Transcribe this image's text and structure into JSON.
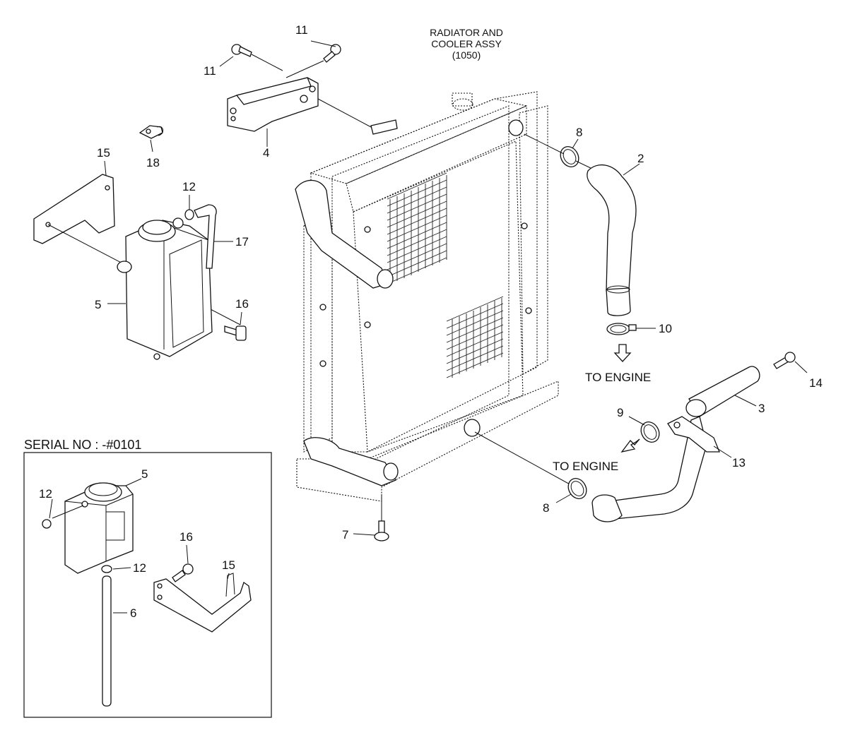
{
  "diagram": {
    "assembly_title_lines": [
      "RADIATOR AND",
      "COOLER ASSY",
      "(1050)"
    ],
    "to_engine_upper": "TO ENGINE",
    "to_engine_lower": "TO ENGINE",
    "serial_label": "SERIAL NO : -#0101",
    "callouts": {
      "c11a": "11",
      "c11b": "11",
      "c4": "4",
      "c18": "18",
      "c15": "15",
      "c12": "12",
      "c17": "17",
      "c5": "5",
      "c16": "16",
      "c8a": "8",
      "c2": "2",
      "c10": "10",
      "c14": "14",
      "c3": "3",
      "c9": "9",
      "c13": "13",
      "c8b": "8",
      "c7": "7",
      "i5": "5",
      "i12a": "12",
      "i12b": "12",
      "i16": "16",
      "i15": "15",
      "i6": "6"
    }
  }
}
